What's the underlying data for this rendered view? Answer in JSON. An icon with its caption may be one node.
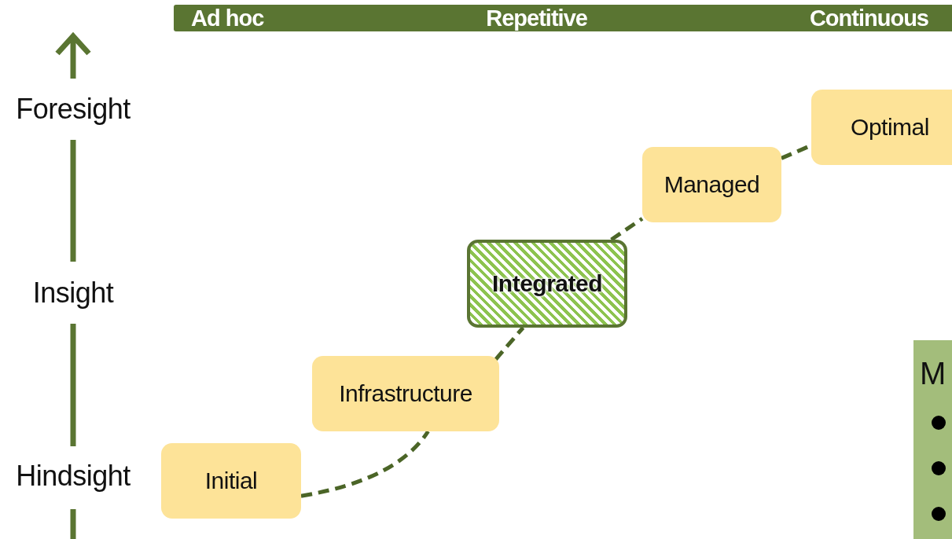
{
  "diagram": {
    "nodes": [
      {
        "text": [
          "Ad hoc",
          "Repetitive",
          "Continuous"
        ]
      },
      {
        "text": [
          "Initial"
        ]
      },
      {
        "text": [
          "Infrastructure"
        ]
      },
      {
        "text": [
          "Integrated"
        ]
      },
      {
        "text": [
          "Managed"
        ]
      },
      {
        "text": [
          "Optimal"
        ]
      },
      {
        "text": [
          "M"
        ]
      }
    ],
    "edges": [
      {
        "from": 1,
        "to": 2,
        "arrow": "none",
        "style": "dashed"
      },
      {
        "from": 2,
        "to": 3,
        "arrow": "none",
        "style": "dashed"
      },
      {
        "from": 3,
        "to": 4,
        "arrow": "none",
        "style": "dashed"
      },
      {
        "from": 4,
        "to": 5,
        "arrow": "none",
        "style": "dashed"
      }
    ],
    "labels": [
      "Foresight",
      "Insight",
      "Hindsight"
    ]
  }
}
